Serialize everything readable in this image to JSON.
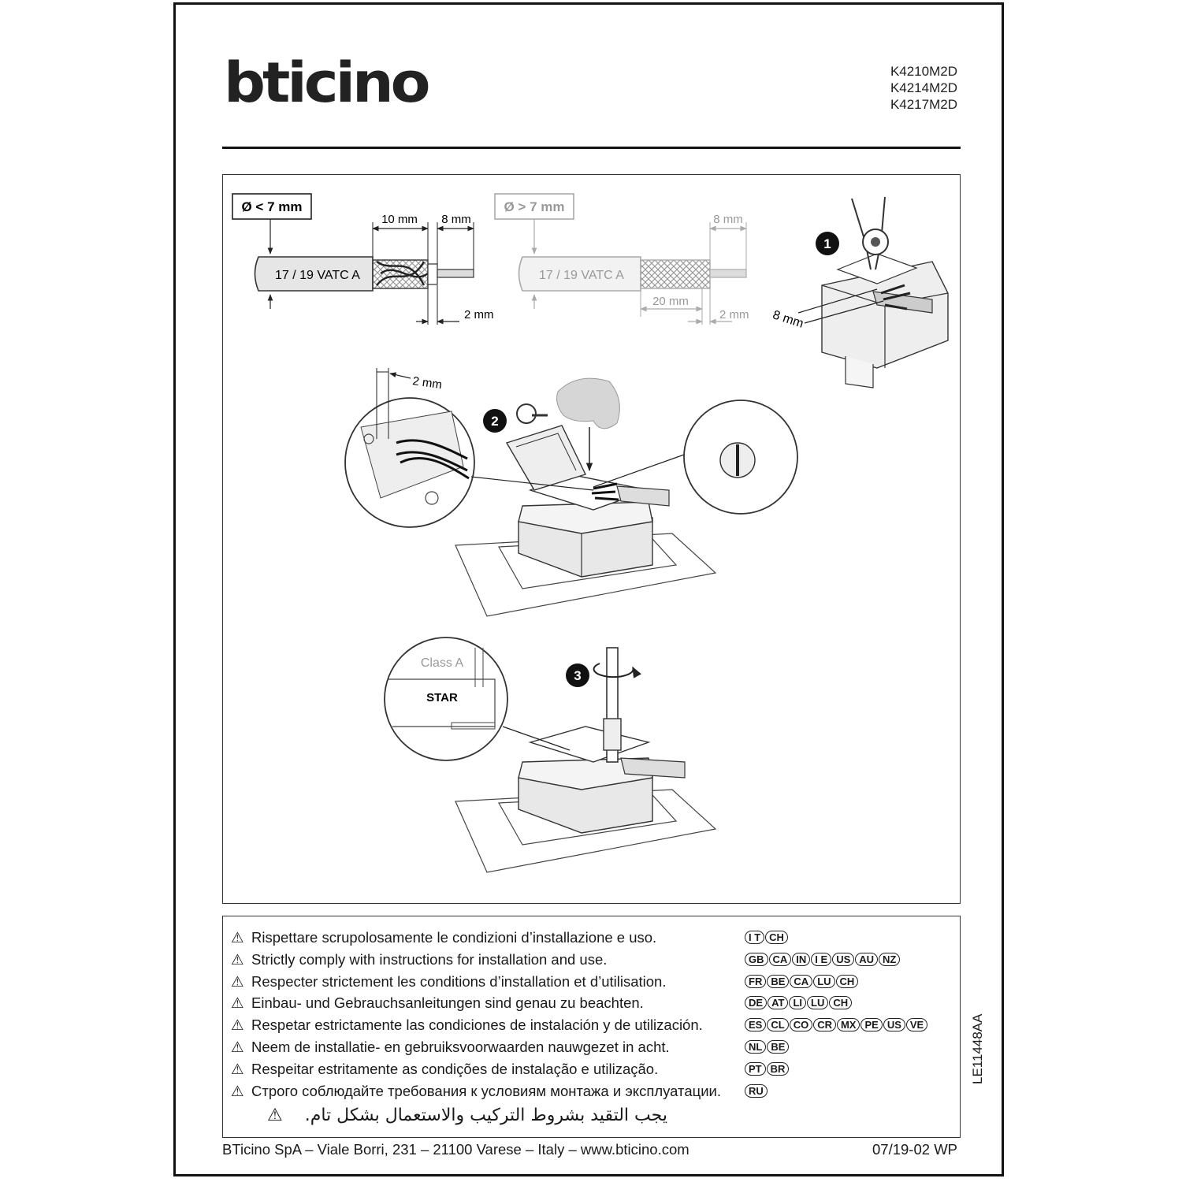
{
  "header": {
    "logo": "bticino",
    "models": [
      "K4210M2D",
      "K4214M2D",
      "K4217M2D"
    ]
  },
  "figure": {
    "cable_small": {
      "label": "Ø < 7 mm",
      "cable_text": "17 / 19 VATC A",
      "dim_braid": "10 mm",
      "dim_core": "8 mm",
      "dim_end": "2 mm"
    },
    "cable_large": {
      "label": "Ø > 7 mm",
      "cable_text": "17 / 19 VATC A",
      "dim_core": "8 mm",
      "dim_braid": "20 mm",
      "dim_end": "2 mm"
    },
    "step1": {
      "number": "1",
      "dim": "8 mm"
    },
    "step2": {
      "number": "2",
      "dim": "2 mm"
    },
    "step3": {
      "number": "3",
      "label_class": "Class A",
      "label_star": "STAR"
    }
  },
  "notes": [
    {
      "text": "Rispettare scrupolosamente le condizioni d’installazione e uso.",
      "codes": [
        "I T",
        "CH"
      ]
    },
    {
      "text": "Strictly comply with instructions for installation and use.",
      "codes": [
        "GB",
        "CA",
        "IN",
        "I E",
        "US",
        "AU",
        "NZ"
      ]
    },
    {
      "text": "Respecter strictement les conditions d’installation et d’utilisation.",
      "codes": [
        "FR",
        "BE",
        "CA",
        "LU",
        "CH"
      ]
    },
    {
      "text": "Einbau- und Gebrauchsanleitungen sind genau zu beachten.",
      "codes": [
        "DE",
        "AT",
        "LI",
        "LU",
        "CH"
      ]
    },
    {
      "text": "Respetar estrictamente las condiciones de instalación y de utilización.",
      "codes": [
        "ES",
        "CL",
        "CO",
        "CR",
        "MX",
        "PE",
        "US",
        "VE"
      ]
    },
    {
      "text": "Neem de installatie- en gebruiksvoorwaarden nauwgezet in acht.",
      "codes": [
        "NL",
        "BE"
      ]
    },
    {
      "text": "Respeitar estritamente as condições de instalação e utilização.",
      "codes": [
        "PT",
        "BR"
      ]
    },
    {
      "text": "Строго соблюдайте требования к условиям монтажа и эксплуатации.",
      "codes": [
        "RU"
      ]
    }
  ],
  "arabic_note": "يجب التقيد بشروط التركيب والاستعمال بشكل تام.",
  "doc_id": "LE11448AA",
  "footer": {
    "address": "BTicino SpA – Viale Borri, 231 – 21100 Varese – Italy – www.bticino.com",
    "version": "07/19-02 WP"
  }
}
